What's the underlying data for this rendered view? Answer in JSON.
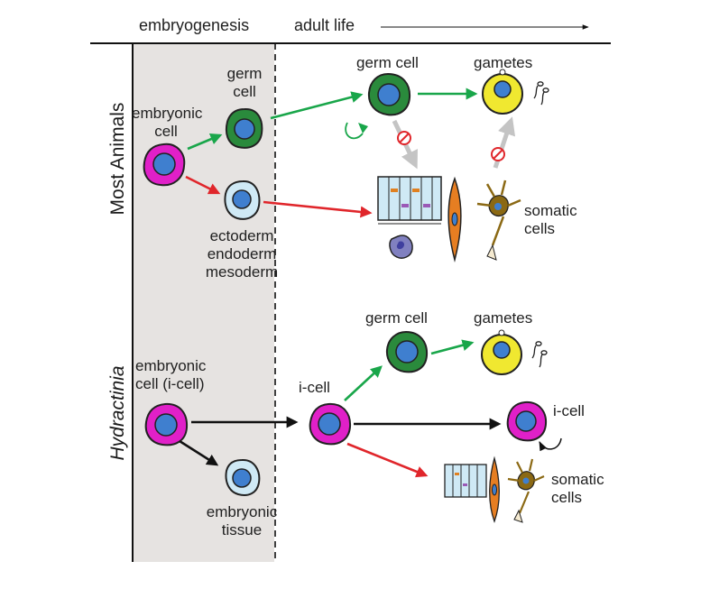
{
  "header": {
    "embryogenesis": "embryogenesis",
    "adult_life": "adult life"
  },
  "rows": {
    "most_animals": "Most Animals",
    "hydractinia": "Hydractinia"
  },
  "top": {
    "embryonic_cell": [
      "embryonic",
      "cell"
    ],
    "germ_cell_embryo": [
      "germ",
      "cell"
    ],
    "germ_layers": [
      "ectoderm",
      "endoderm",
      "mesoderm"
    ],
    "germ_cell_adult": "germ cell",
    "gametes": "gametes",
    "somatic_cells": [
      "somatic",
      "cells"
    ]
  },
  "bottom": {
    "embryonic_cell": [
      "embryonic",
      "cell (i-cell)"
    ],
    "embryonic_tissue": [
      "embryonic",
      "tissue"
    ],
    "i_cell": "i-cell",
    "germ_cell": "germ cell",
    "gametes": "gametes",
    "i_cell_self": "i-cell",
    "somatic_cells": [
      "somatic",
      "cells"
    ]
  },
  "colors": {
    "shading": "#e6e3e1",
    "germ_green": "#2a8a3c",
    "embryonic_magenta": "#e020c8",
    "nucleus_blue": "#3f7fcf",
    "light_blue": "#cfe9f5",
    "gamete_yellow": "#f0e830",
    "arrow_green": "#19a64a",
    "arrow_red": "#e0262b",
    "arrow_black": "#111111",
    "arrow_gray": "#c4c4c4"
  }
}
